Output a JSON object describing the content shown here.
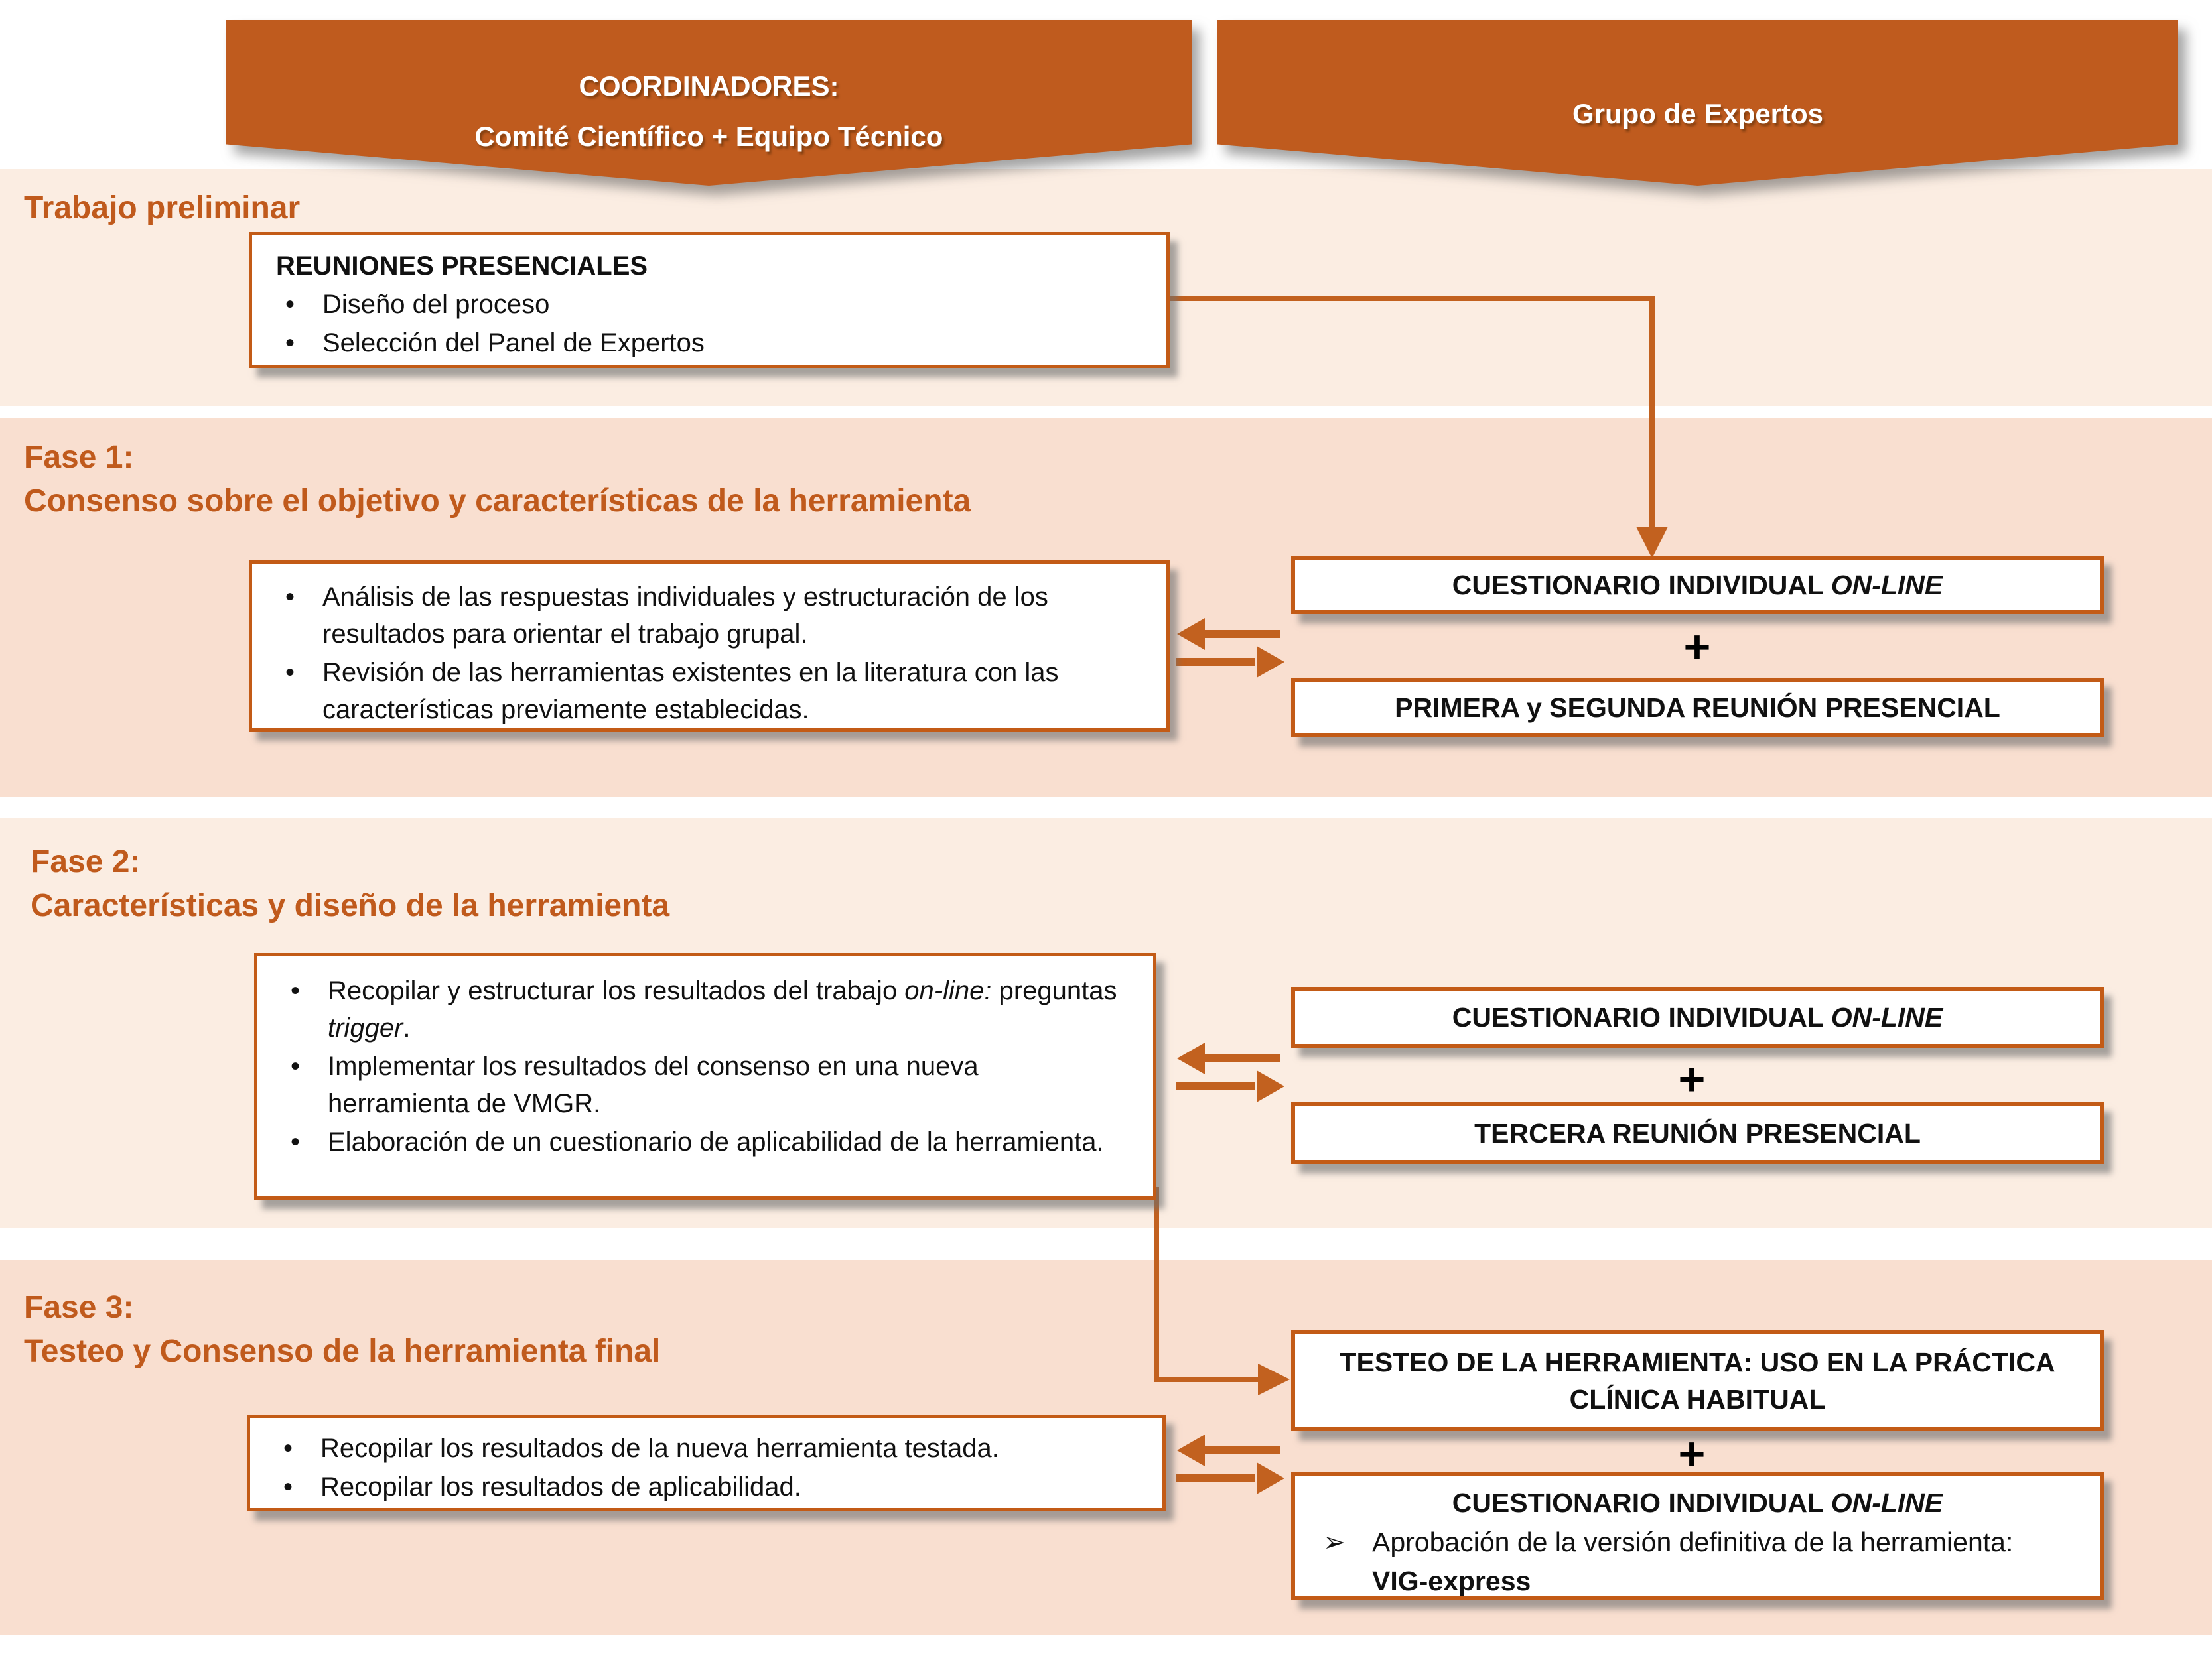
{
  "chars": {
    "bullet": "•",
    "plus": "+",
    "arrow_bullet": "➢"
  },
  "colors": {
    "accent_orange": "#BF5B1E",
    "band_light": "#FBEDE2",
    "band_dark": "#F9DFD0",
    "box_border": "#C35B16",
    "connector": "#C2611F",
    "text_black": "#111111"
  },
  "banners": {
    "coordinadores": {
      "line1": "COORDINADORES:",
      "line2": "Comité Científico + Equipo Técnico"
    },
    "expertos": {
      "title": "Grupo de Expertos"
    }
  },
  "preliminar": {
    "heading": "Trabajo preliminar",
    "box": {
      "title": "REUNIONES PRESENCIALES",
      "bullet1": "Diseño del proceso",
      "bullet2": "Selección del Panel de Expertos"
    }
  },
  "fase1": {
    "heading1": "Fase 1:",
    "heading2": "Consenso sobre el objetivo y características de la herramienta",
    "left_box": {
      "bullet1": "Análisis de las respuestas individuales y estructuración de los resultados para orientar el trabajo grupal.",
      "bullet2": "Revisión de las herramientas existentes en la literatura con las características previamente establecidas."
    },
    "right": {
      "online_box": {
        "text": "CUESTIONARIO INDIVIDUAL ",
        "italic": "ON-LINE"
      },
      "meeting_box": "PRIMERA y SEGUNDA REUNIÓN PRESENCIAL"
    }
  },
  "fase2": {
    "heading1": "Fase 2:",
    "heading2": "Características y diseño de la herramienta",
    "left_box": {
      "b1s0": "Recopilar y estructurar los resultados del trabajo ",
      "b1s1": "on-line:",
      "b1s2": " preguntas ",
      "b1s3": "trigger",
      "b1s4": ".",
      "bullet2": "Implementar los resultados del consenso en una nueva herramienta de VMGR.",
      "bullet3": "Elaboración de un cuestionario de aplicabilidad de la herramienta."
    },
    "right": {
      "online_box": {
        "text": "CUESTIONARIO INDIVIDUAL ",
        "italic": "ON-LINE"
      },
      "meeting_box": "TERCERA REUNIÓN PRESENCIAL"
    }
  },
  "fase3": {
    "heading1": "Fase 3:",
    "heading2": "Testeo y Consenso de la herramienta final",
    "left_box": {
      "bullet1": "Recopilar los resultados de la nueva herramienta testada.",
      "bullet2": "Recopilar los resultados de aplicabilidad."
    },
    "right": {
      "testing_box": "TESTEO DE LA HERRAMIENTA: USO EN LA PRÁCTICA CLÍNICA HABITUAL",
      "online_box": {
        "text": "CUESTIONARIO INDIVIDUAL ",
        "italic": "ON-LINE"
      },
      "approval_item": "Aprobación de la versión definitiva de la herramienta:",
      "approval_tool": "VIG-express"
    }
  }
}
